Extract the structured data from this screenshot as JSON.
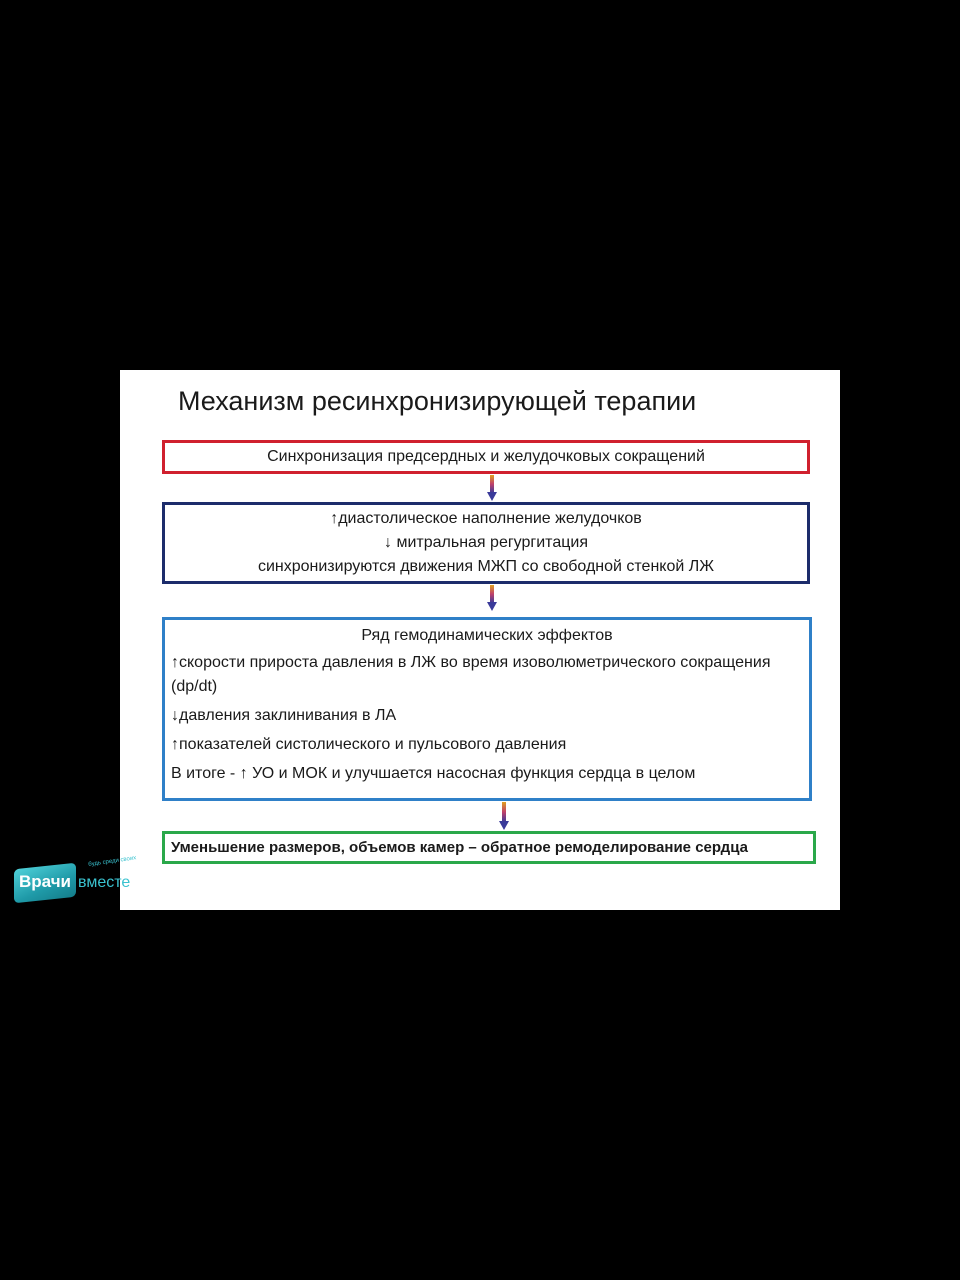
{
  "slide": {
    "title": "Механизм ресинхронизирующей терапии",
    "steps": [
      {
        "lines": [
          "Синхронизация предсердных  и желудочковых сокращений"
        ]
      },
      {
        "lines": [
          "↑диастолическое  наполнение желудочков",
          "↓ митральная регургитация",
          "синхронизируются движения МЖП со свободной стенкой ЛЖ"
        ]
      },
      {
        "heading": "Ряд гемодинамических эффектов",
        "effects": [
          "↑скорости прироста давления в ЛЖ во время изоволюметрического сокращения (dp/dt)",
          "↓давления заклинивания в ЛА",
          "↑показателей систолического  и пульсового давления",
          "В итоге - ↑ УО и МОК и улучшается насосная функция сердца в целом"
        ]
      },
      {
        "lines": [
          "Уменьшение размеров, объемов камер – обратное ремоделирование сердца"
        ]
      }
    ]
  },
  "watermark": {
    "word1": "Врачи",
    "word2": "вместе",
    "tagline": "будь среди своих"
  },
  "colors": {
    "step1_border": "#d0202e",
    "step2_border": "#1c2c6b",
    "step3_border": "#2f80c8",
    "step4_border": "#2aa84a",
    "background": "#000000",
    "slide": "#ffffff"
  }
}
